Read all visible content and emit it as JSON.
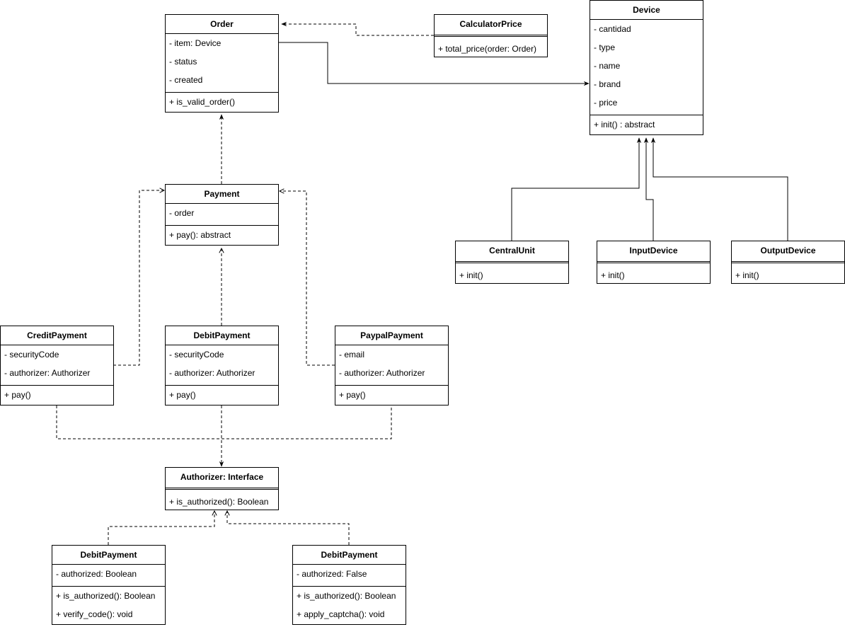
{
  "classes": {
    "order": {
      "name": "Order",
      "attributes": [
        "- item: Device",
        "- status",
        "- created"
      ],
      "methods": [
        "+ is_valid_order()"
      ]
    },
    "calculator_price": {
      "name": "CalculatorPrice",
      "attributes": [],
      "methods": [
        "+ total_price(order: Order)"
      ]
    },
    "device": {
      "name": "Device",
      "attributes": [
        "- cantidad",
        "- type",
        "- name",
        "- brand",
        "- price"
      ],
      "methods": [
        "+ init() : abstract"
      ]
    },
    "central_unit": {
      "name": "CentralUnit",
      "attributes": [],
      "methods": [
        "+ init()"
      ]
    },
    "input_device": {
      "name": "InputDevice",
      "attributes": [],
      "methods": [
        "+ init()"
      ]
    },
    "output_device": {
      "name": "OutputDevice",
      "attributes": [],
      "methods": [
        "+ init()"
      ]
    },
    "payment": {
      "name": "Payment",
      "attributes": [
        "- order"
      ],
      "methods": [
        "+ pay(): abstract"
      ]
    },
    "credit_payment": {
      "name": "CreditPayment",
      "attributes": [
        "- securityCode",
        "- authorizer: Authorizer"
      ],
      "methods": [
        "+ pay()"
      ]
    },
    "debit_payment": {
      "name": "DebitPayment",
      "attributes": [
        "- securityCode",
        "- authorizer: Authorizer"
      ],
      "methods": [
        "+ pay()"
      ]
    },
    "paypal_payment": {
      "name": "PaypalPayment",
      "attributes": [
        "- email",
        "- authorizer: Authorizer"
      ],
      "methods": [
        "+ pay()"
      ]
    },
    "authorizer": {
      "name": "Authorizer: Interface",
      "attributes": [],
      "methods": [
        "+ is_authorized(): Boolean"
      ]
    },
    "debit_auth_left": {
      "name": "DebitPayment",
      "attributes": [
        "- authorized: Boolean"
      ],
      "methods": [
        "+ is_authorized(): Boolean",
        "+ verify_code(): void"
      ]
    },
    "debit_auth_right": {
      "name": "DebitPayment",
      "attributes": [
        "- authorized: False"
      ],
      "methods": [
        "+ is_authorized(): Boolean",
        "+ apply_captcha(): void"
      ]
    }
  },
  "colors": {
    "line": "#000000",
    "background": "#ffffff"
  }
}
